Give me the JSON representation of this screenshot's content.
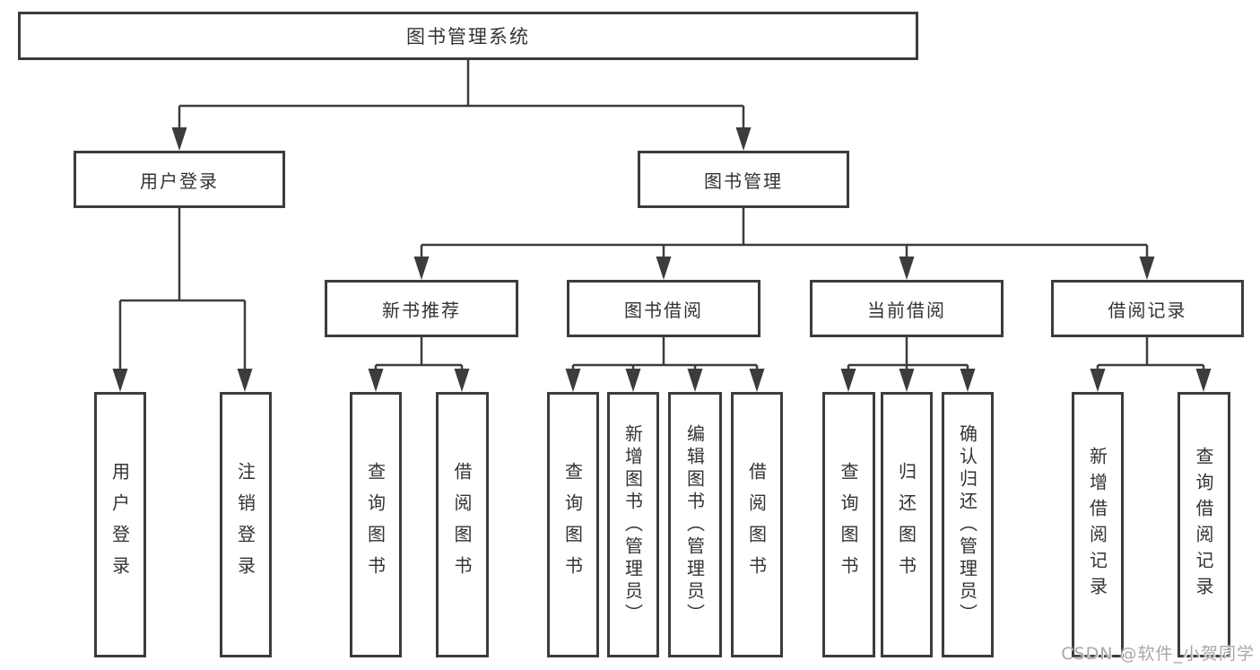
{
  "diagram_type": "tree-structure-chart",
  "tree": {
    "label": "图书管理系统",
    "children": [
      {
        "label": "用户登录",
        "children": [
          {
            "label": "用户登录"
          },
          {
            "label": "注销登录"
          }
        ]
      },
      {
        "label": "图书管理",
        "children": [
          {
            "label": "新书推荐",
            "children": [
              {
                "label": "查询图书"
              },
              {
                "label": "借阅图书"
              }
            ]
          },
          {
            "label": "图书借阅",
            "children": [
              {
                "label": "查询图书"
              },
              {
                "label": "新增图书（管理员）"
              },
              {
                "label": "编辑图书（管理员）"
              },
              {
                "label": "借阅图书"
              }
            ]
          },
          {
            "label": "当前借阅",
            "children": [
              {
                "label": "查询图书"
              },
              {
                "label": "归还图书"
              },
              {
                "label": "确认归还（管理员）"
              }
            ]
          },
          {
            "label": "借阅记录",
            "children": [
              {
                "label": "新增借阅记录"
              },
              {
                "label": "查询借阅记录"
              }
            ]
          }
        ]
      }
    ]
  },
  "watermark": {
    "text": "CSDN @软件_小贺同学"
  },
  "colors": {
    "line": "#3c3c3c",
    "box_border": "#3c3c3c",
    "text": "#333333",
    "background": "#ffffff",
    "watermark": "#a8a8a8"
  }
}
